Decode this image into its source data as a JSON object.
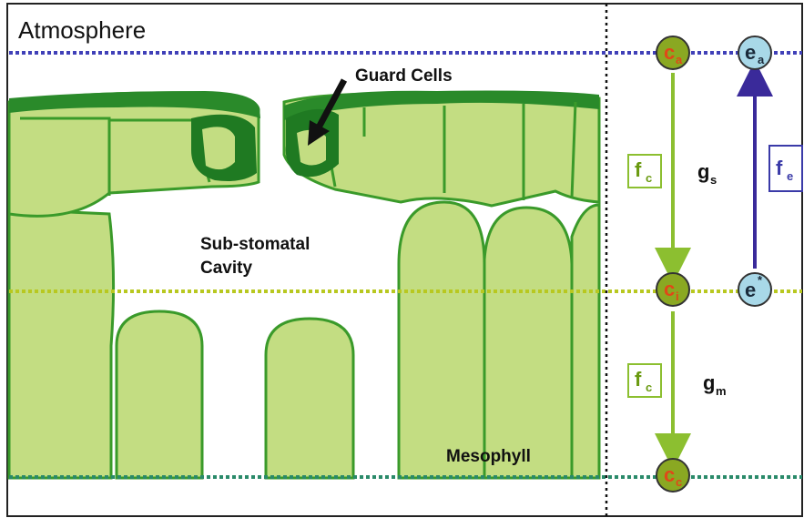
{
  "labels": {
    "atmosphere": "Atmosphere",
    "guard_cells": "Guard Cells",
    "substomatal_line1": "Sub-stomatal",
    "substomatal_line2": "Cavity",
    "mesophyll": "Mesophyll"
  },
  "nodes": {
    "ca": {
      "main": "c",
      "sub": "a"
    },
    "ci": {
      "main": "c",
      "sub": "i"
    },
    "cc": {
      "main": "c",
      "sub": "c"
    },
    "ea": {
      "main": "e",
      "sub": "a"
    },
    "estar": {
      "main": "e",
      "sup": "*"
    }
  },
  "flux_boxes": {
    "fc_upper": {
      "main": "f",
      "sub": "c"
    },
    "fc_lower": {
      "main": "f",
      "sub": "c"
    },
    "fe": {
      "main": "f",
      "sub": "e"
    }
  },
  "conductances": {
    "gs": {
      "main": "g",
      "sub": "s"
    },
    "gm": {
      "main": "g",
      "sub": "m"
    }
  },
  "colors": {
    "cell_fill": "#c3dd82",
    "cell_edge": "#3a9a2a",
    "epidermis": "#2a8a2a",
    "guard_dark": "#1f7a22",
    "blue_line": "#4040b8",
    "yellow_line": "#b8c820",
    "green_line": "#2a8a6a",
    "node_c_fill": "#8aa822",
    "node_c_text": "#e04818",
    "node_e_fill": "#a8d8e8",
    "node_e_text": "#1a2a3a",
    "arrow_green": "#8cbf30",
    "arrow_blue": "#3a2a9a",
    "fc_text": "#6a9a10",
    "fe_text": "#3a3aa8"
  }
}
